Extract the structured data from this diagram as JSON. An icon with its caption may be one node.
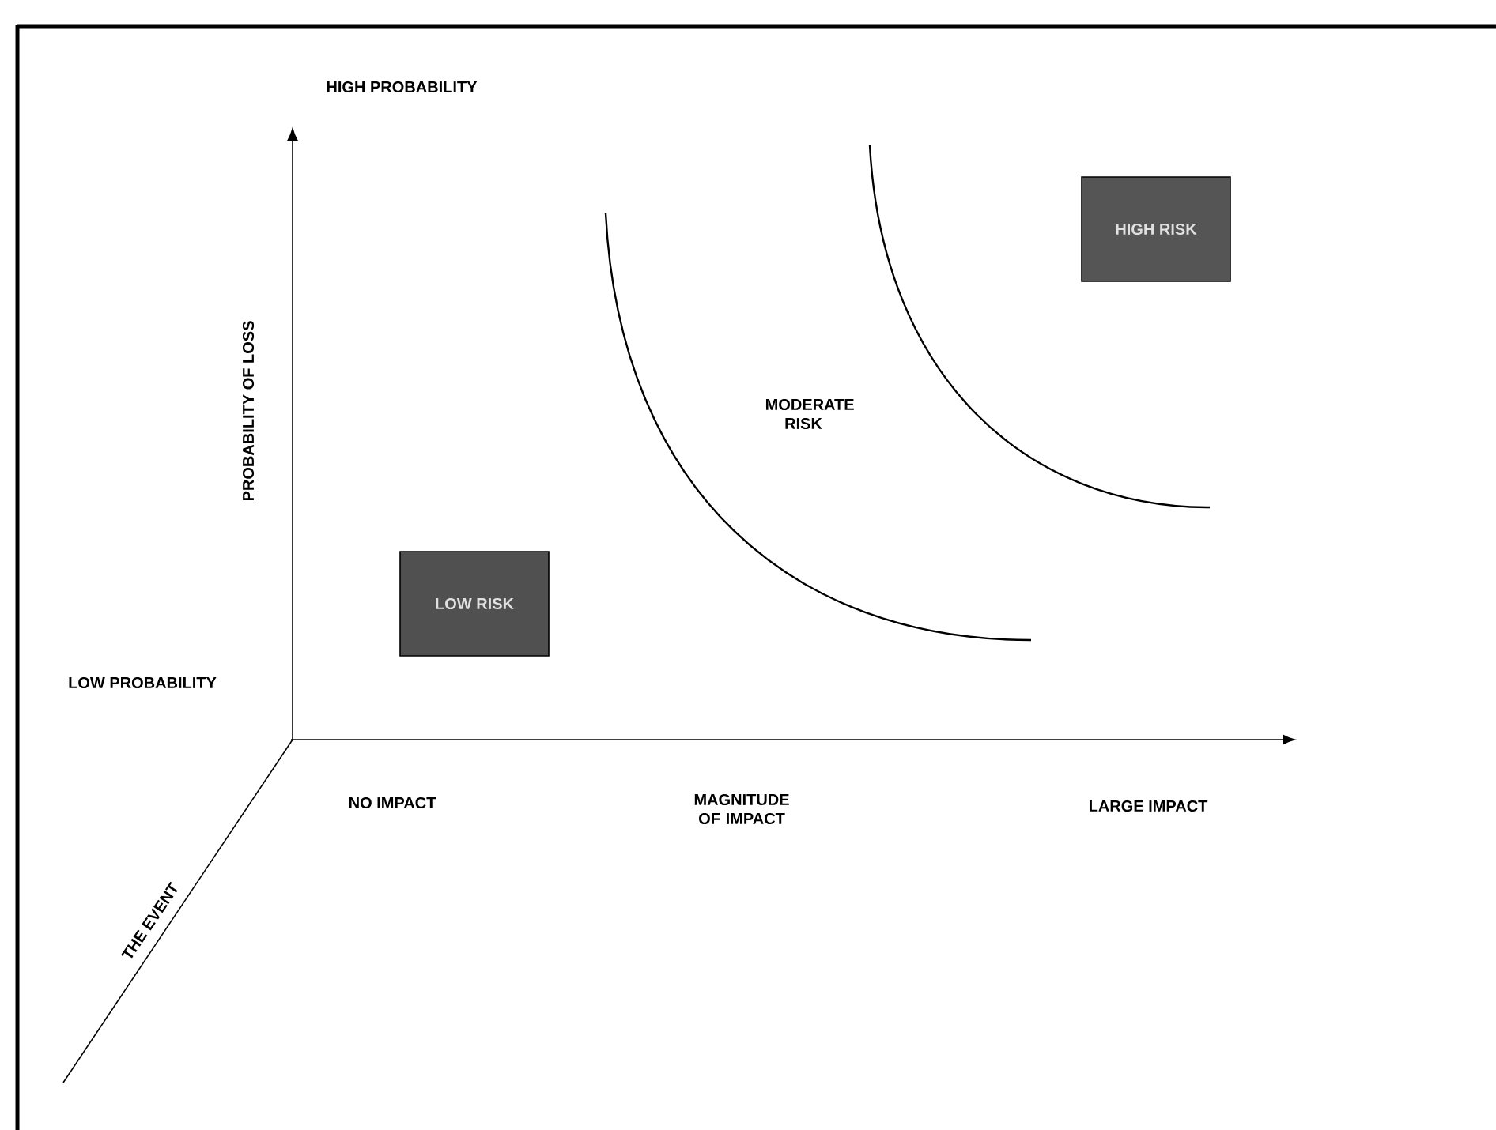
{
  "diagram": {
    "nodes": [
      {
        "text": [
          "LOW RISK"
        ]
      },
      {
        "text": [
          "HIGH RISK"
        ]
      }
    ],
    "labels": [
      "HIGH PROBABILITY",
      "PROBABILITY OF LOSS",
      "MODERATE RISK",
      "LOW PROBABILITY",
      "NO IMPACT",
      "MAGNITUDE OF IMPACT",
      "LARGE IMPACT",
      "THE EVENT"
    ]
  }
}
